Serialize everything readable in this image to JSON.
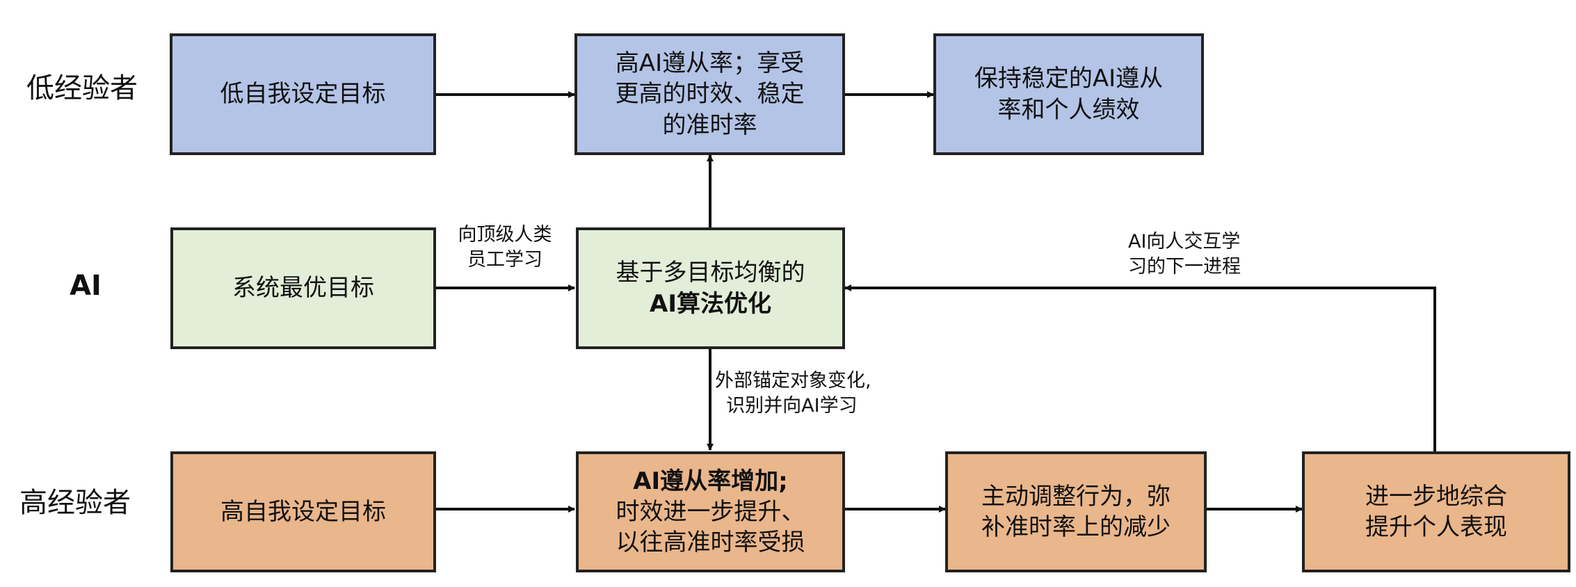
{
  "rows": {
    "low": "低经验者",
    "ai": "AI",
    "high": "高经验者"
  },
  "boxes": {
    "low_goal": "低自我设定目标",
    "low_compliance": [
      "高AI遵从率；享受",
      "更高的时效、稳定",
      "的准时率"
    ],
    "low_outcome": [
      "保持稳定的AI遵从",
      "率和个人绩效"
    ],
    "ai_goal": "系统最优目标",
    "ai_opt": [
      "基于多目标均衡的",
      "AI算法优化"
    ],
    "high_goal": "高自我设定目标",
    "high_compliance": [
      "AI遵从率增加;",
      "时效进一步提升、",
      "以往高准时率受损"
    ],
    "high_adjust": [
      "主动调整行为，弥",
      "补准时率上的减少"
    ],
    "high_outcome": [
      "进一步地综合",
      "提升个人表现"
    ]
  },
  "edges": {
    "learn_top": [
      "向顶级人类",
      "员工学习"
    ],
    "external": [
      "外部锚定对象变化,",
      "识别并向AI学习"
    ],
    "feedback": [
      "AI向人交互学",
      "习的下一进程"
    ]
  },
  "colors": {
    "low": "#b4c4e6",
    "ai": "#e2eed8",
    "high": "#eab68b"
  }
}
